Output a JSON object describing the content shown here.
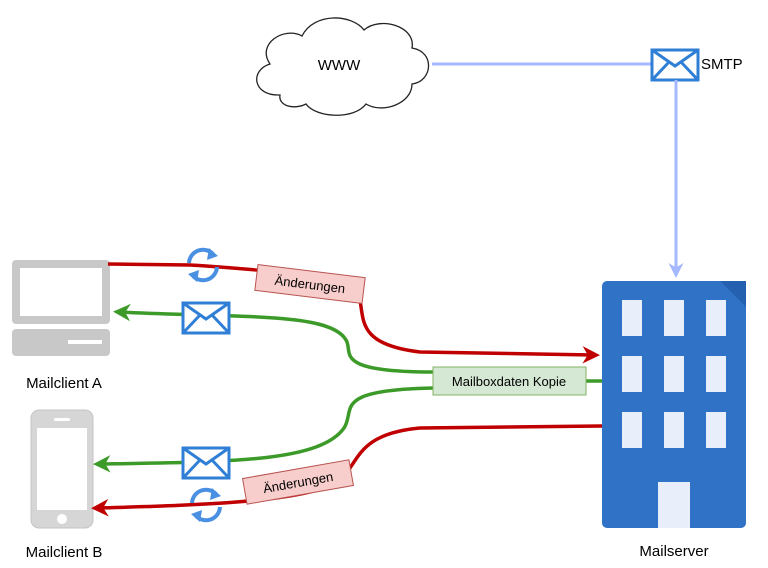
{
  "nodes": {
    "internet_label": "WWW",
    "smtp_label": "SMTP",
    "client_a_label": "Mailclient A",
    "client_b_label": "Mailclient B",
    "server_label": "Mailserver"
  },
  "edges": {
    "changes_a_label": "Änderungen",
    "changes_b_label": "Änderungen",
    "mailbox_copy_label": "Mailboxdaten Kopie"
  },
  "colors": {
    "smtp_line": "#a4b8ff",
    "sync_changes": "#c00000",
    "mailbox_copy": "#3c9a28",
    "server_blue": "#2f72c6",
    "changes_fill": "#f8cecc",
    "changes_stroke": "#b85450",
    "copy_fill": "#d5e8d4",
    "copy_stroke": "#82b366"
  },
  "icons": {
    "envelope": "envelope-icon",
    "sync": "sync-icon",
    "laptop": "laptop-icon",
    "phone": "smartphone-icon",
    "cloud": "cloud-icon",
    "server": "office-building-icon"
  }
}
